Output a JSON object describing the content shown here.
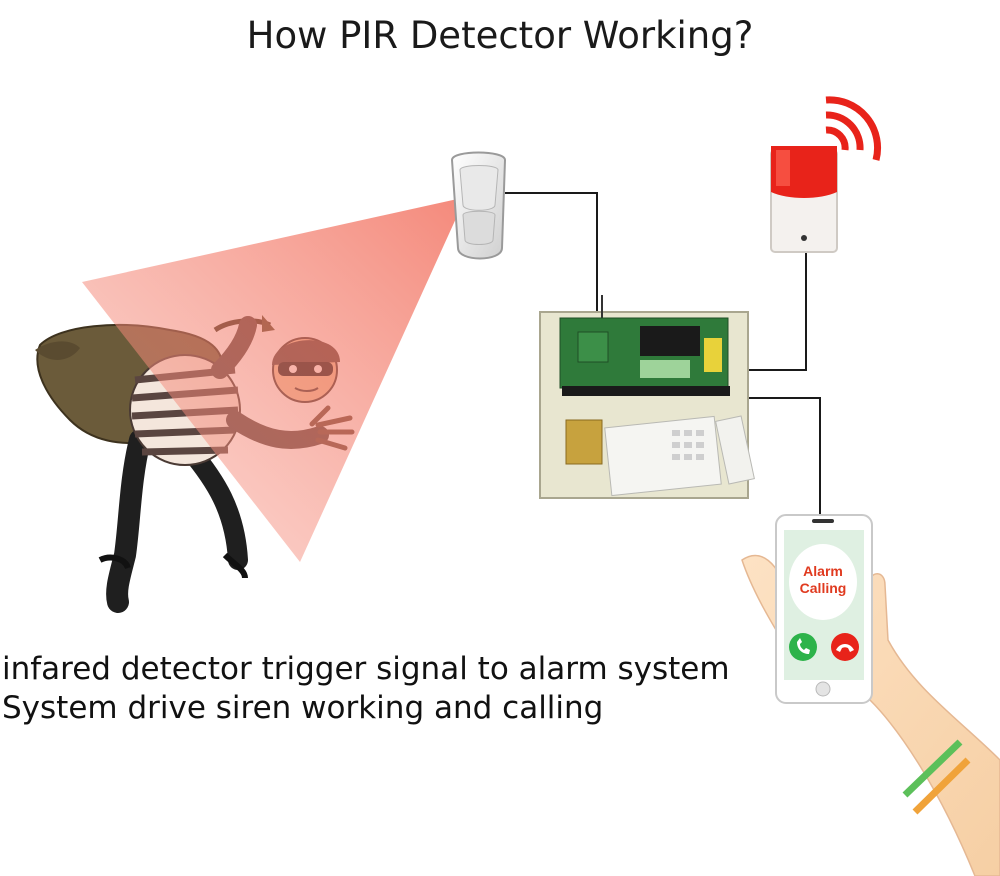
{
  "title": "How PIR Detector Working?",
  "captions": [
    "infared detector trigger signal to alarm system",
    "System drive siren working and calling"
  ],
  "phone": {
    "line1": "Alarm",
    "line2": "Calling"
  },
  "colors": {
    "beam": "#f26d5b",
    "siren_red": "#e8231a",
    "signal_waves": "#e8231a",
    "accept": "#2db34a",
    "decline": "#e8231a",
    "wire": "#1a1a1a",
    "panel": "#e8e6d0",
    "pcb": "#2f7a3a"
  },
  "icons": {
    "detector": "pir-detector-icon",
    "siren": "siren-icon",
    "panel": "alarm-control-panel-icon",
    "phone": "smartphone-icon",
    "burglar": "burglar-illustration"
  }
}
